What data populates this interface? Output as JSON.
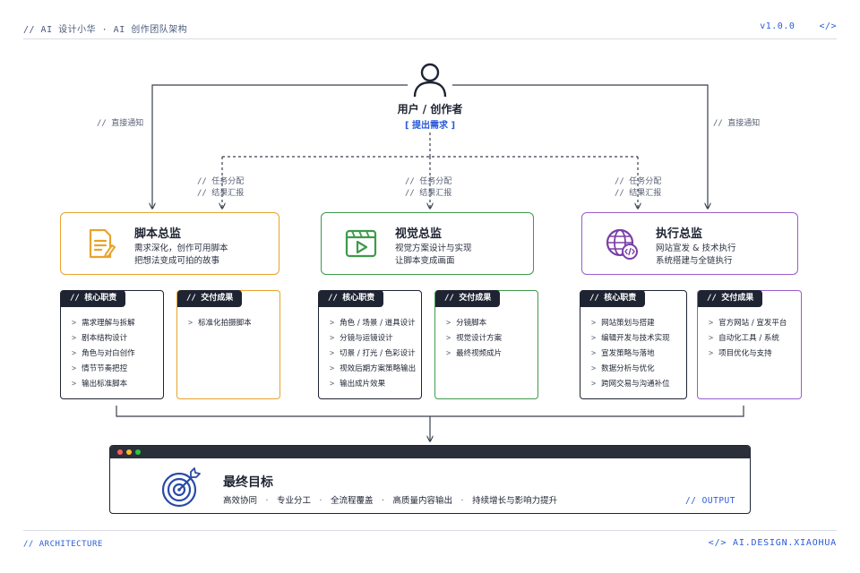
{
  "header": {
    "left": "// AI 设计小华 · AI 创作团队架构",
    "version": "v1.0.0",
    "code_icon": "</>"
  },
  "user": {
    "icon": "user-icon",
    "title": "用户 / 创作者",
    "subtitle": "[ 提出需求 ]"
  },
  "notes": {
    "direct_left": "// 直接通知",
    "direct_right": "// 直接通知",
    "assign": [
      {
        "line1": "// 任务分配",
        "line2": "// 结果汇报"
      },
      {
        "line1": "// 任务分配",
        "line2": "// 结果汇报"
      },
      {
        "line1": "// 任务分配",
        "line2": "// 结果汇报"
      }
    ]
  },
  "directors": [
    {
      "title": "脚本总监",
      "desc1": "需求深化，创作可用脚本",
      "desc2": "把想法变成可拍的故事",
      "icon": "document-edit-icon",
      "color": "#e8a32c",
      "duties_tag": "// 核心职责",
      "duties": [
        "需求理解与拆解",
        "剧本结构设计",
        "角色与对白创作",
        "情节节奏把控",
        "输出标准脚本"
      ],
      "deliver_tag": "// 交付成果",
      "deliverables": [
        "标准化拍摄脚本"
      ]
    },
    {
      "title": "视觉总监",
      "desc1": "视觉方案设计与实现",
      "desc2": "让脚本变成画面",
      "icon": "video-player-icon",
      "color": "#3f9a4b",
      "duties_tag": "// 核心职责",
      "duties": [
        "角色 / 场景 / 道具设计",
        "分镜与运镜设计",
        "切景 / 打光 / 色彩设计",
        "视效后期方案策略输出",
        "输出成片效果"
      ],
      "deliver_tag": "// 交付成果",
      "deliverables": [
        "分镜脚本",
        "视觉设计方案",
        "最终视频成片"
      ]
    },
    {
      "title": "执行总监",
      "desc1": "网站宣发 & 技术执行",
      "desc2": "系统搭建与全链执行",
      "icon": "globe-code-icon",
      "color": "#9b5cc9",
      "duties_tag": "// 核心职责",
      "duties": [
        "网站策划与搭建",
        "编辑开发与技术实现",
        "宣发策略与落地",
        "数据分析与优化",
        "跨网交易与沟通补位"
      ],
      "deliver_tag": "// 交付成果",
      "deliverables": [
        "官方网站 / 宣发平台",
        "自动化工具 / 系统",
        "项目优化与支持"
      ]
    }
  ],
  "goal": {
    "icon": "target-icon",
    "title": "最终目标",
    "items": [
      "高效协同",
      "专业分工",
      "全流程覆盖",
      "高质量内容输出",
      "持续增长与影响力提升"
    ],
    "separator": "·",
    "output": "// OUTPUT",
    "dot_colors": [
      "#ff5f57",
      "#febc2e",
      "#28c840"
    ]
  },
  "footer": {
    "left": "// ARCHITECTURE",
    "right": "</> AI.DESIGN.XIAOHUA"
  }
}
